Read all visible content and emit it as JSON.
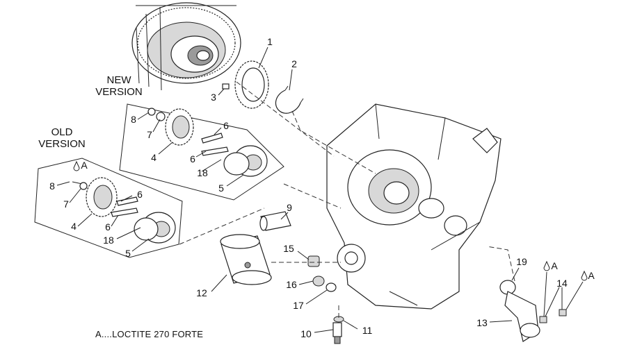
{
  "headings": {
    "new_version_1": "NEW",
    "new_version_2": "VERSION",
    "old_version_1": "OLD",
    "old_version_2": "VERSION"
  },
  "note": "A....LOCTITE 270 FORTE",
  "callouts": {
    "c1": "1",
    "c2": "2",
    "c3": "3",
    "c8a": "8",
    "c7a": "7",
    "c6a": "6",
    "c4a": "4",
    "c6b": "6",
    "c18a": "18",
    "c5a": "5",
    "cAa": "A",
    "c8b": "8",
    "c7b": "7",
    "c6c": "6",
    "c4b": "4",
    "c6d": "6",
    "c18b": "18",
    "c5b": "5",
    "c9": "9",
    "c12": "12",
    "c15": "15",
    "c16": "16",
    "c17": "17",
    "c10": "10",
    "c11": "11",
    "c19": "19",
    "cAb": "A",
    "cAc": "A",
    "c14": "14",
    "c13": "13"
  }
}
